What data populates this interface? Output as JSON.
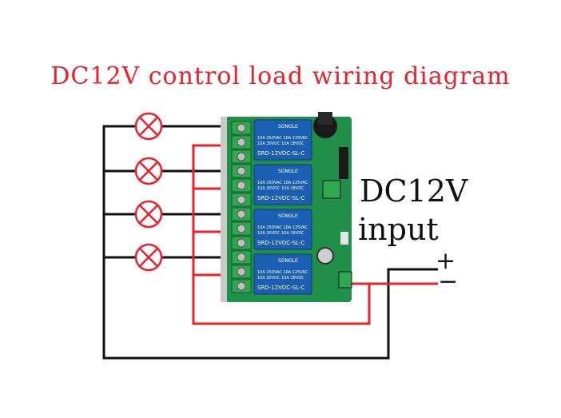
{
  "title": "DC12V control load wiring diagram",
  "power": {
    "label_line1": "DC12V",
    "label_line2": "input",
    "plus": "+",
    "minus": "−"
  },
  "relays": [
    {
      "brand": "SONGLE",
      "ratings": "10A 250VAC  10A 125VAC\n10A 30VDC  10A 28VDC",
      "model": "SRD-12VDC-SL-C"
    },
    {
      "brand": "SONGLE",
      "ratings": "10A 250VAC  10A 125VAC\n10A 30VDC  10A 28VDC",
      "model": "SRD-12VDC-SL-C"
    },
    {
      "brand": "SONGLE",
      "ratings": "10A 250VAC  10A 125VAC\n10A 30VDC  10A 28VDC",
      "model": "SRD-12VDC-SL-C"
    },
    {
      "brand": "SONGLE",
      "ratings": "10A 250VAC  10A 125VAC\n10A 30VDC  10A 28VDC",
      "model": "SRD-12VDC-SL-C"
    }
  ],
  "colors": {
    "title": "#e8212b",
    "wire_black": "#111111",
    "wire_red": "#e8212b",
    "pcb": "#1f8f4a",
    "relay": "#1a5fb4",
    "terminal": "#2fa84f"
  },
  "load_icon": "lamp-icon",
  "load_count": 4
}
